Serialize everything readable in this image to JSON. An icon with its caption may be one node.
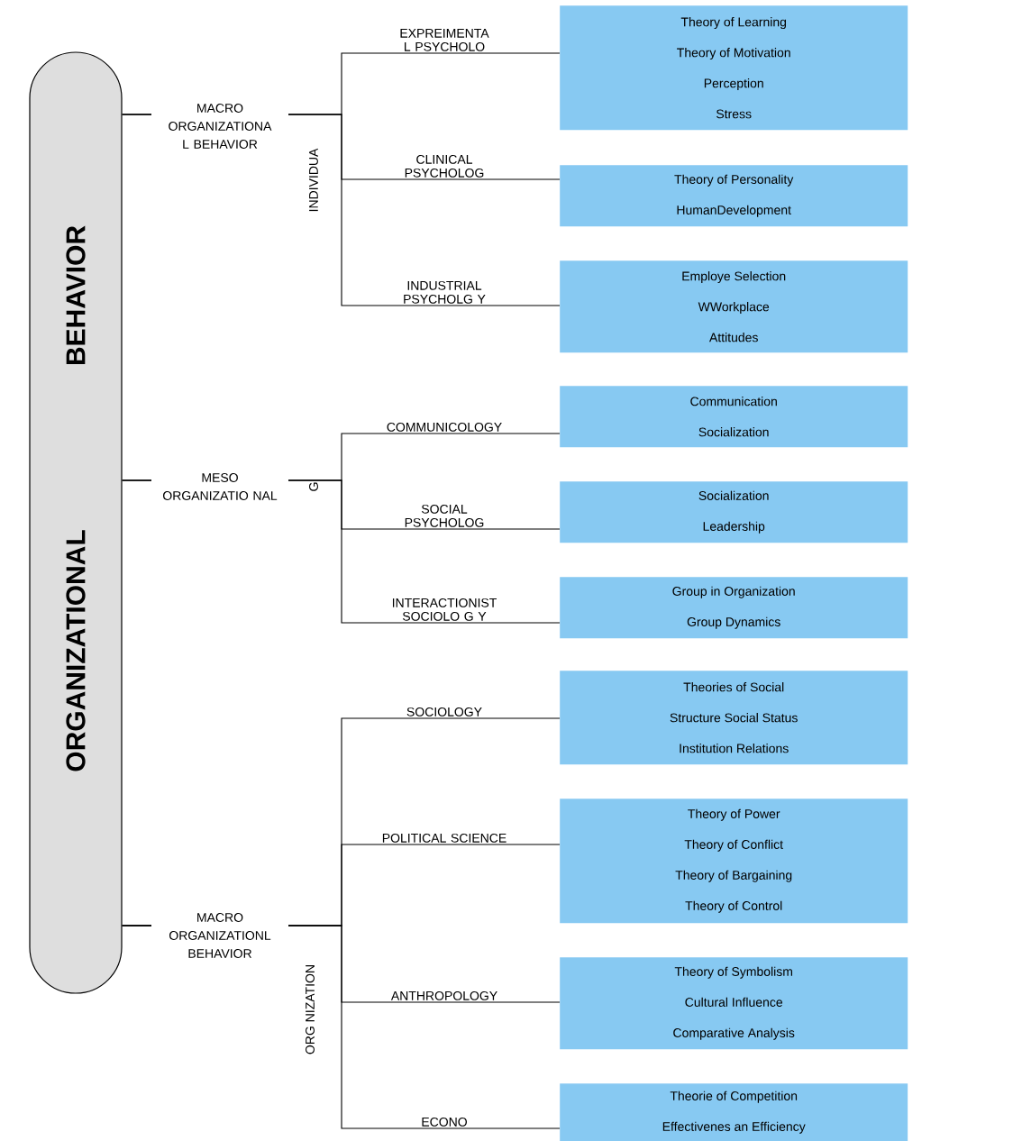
{
  "diagram": {
    "nodes": [
      {
        "text": [
          "ORGANIZATIONAL",
          "BEHAVIOR"
        ]
      },
      {
        "text": [
          "Theory of Learning",
          "Theory of Motivation",
          "Perception",
          "Stress"
        ]
      },
      {
        "text": [
          "Theory of Personality",
          "HumanDevelopment"
        ]
      },
      {
        "text": [
          "Employe Selection",
          "WWorkplace",
          "Attitudes"
        ]
      },
      {
        "text": [
          "Communication",
          "Socialization"
        ]
      },
      {
        "text": [
          "Socialization",
          "Leadership"
        ]
      },
      {
        "text": [
          "Group in Organization",
          "Group Dynamics"
        ]
      },
      {
        "text": [
          "Theories of Social",
          "Structure Social Status",
          "Institution Relations"
        ]
      },
      {
        "text": [
          "Theory of Power",
          "Theory of Conflict",
          "Theory of Bargaining",
          "Theory of Control"
        ]
      },
      {
        "text": [
          "Theory of Symbolism",
          "Cultural Influence",
          "Comparative Analysis"
        ]
      },
      {
        "text": [
          "Theorie of Competition",
          "Effectivenes an Efficiency"
        ]
      }
    ],
    "edges": [
      {
        "from": 0,
        "to": 1,
        "arrow": "none",
        "label": "EXPREIMENTA L PSYCHOLO"
      },
      {
        "from": 0,
        "to": 2,
        "arrow": "none",
        "label": "CLINICAL PSYCHOLOG"
      },
      {
        "from": 0,
        "to": 3,
        "arrow": "none",
        "label": "INDUSTRIAL PSYCHOLG Y"
      },
      {
        "from": 0,
        "to": 4,
        "arrow": "none",
        "label": "COMMUNICOLOGY"
      },
      {
        "from": 0,
        "to": 5,
        "arrow": "none",
        "label": "SOCIAL PSYCHOLOG"
      },
      {
        "from": 0,
        "to": 6,
        "arrow": "none",
        "label": "INTERACTIONIST SOCIOLO G Y"
      },
      {
        "from": 0,
        "to": 7,
        "arrow": "none",
        "label": "SOCIOLOGY"
      },
      {
        "from": 0,
        "to": 8,
        "arrow": "none",
        "label": "POLITICAL SCIENCE"
      },
      {
        "from": 0,
        "to": 9,
        "arrow": "none",
        "label": "ANTHROPOLOGY"
      },
      {
        "from": 0,
        "to": 10,
        "arrow": "none",
        "label": "ECONO"
      }
    ],
    "labels": [
      "MACRO ORGANIZATIONA L BEHAVIOR",
      "INDIVIDUA",
      "MESO ORGANIZATIO NAL",
      "G",
      "MACRO ORGANIZATIONL BEHAVIOR",
      "ORG NIZATION"
    ]
  }
}
